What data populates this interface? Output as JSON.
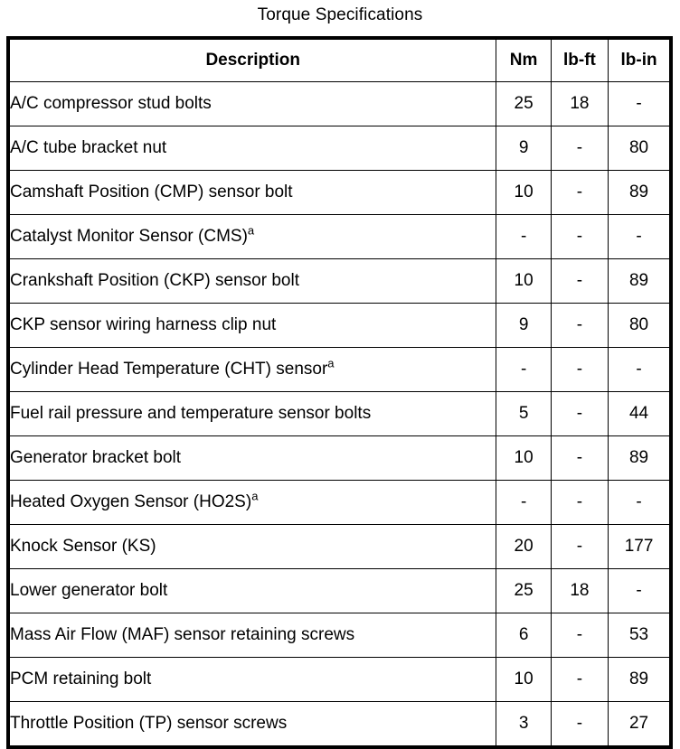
{
  "title": "Torque Specifications",
  "table": {
    "columns": [
      {
        "key": "description",
        "label": "Description"
      },
      {
        "key": "nm",
        "label": "Nm"
      },
      {
        "key": "lbft",
        "label": "lb-ft"
      },
      {
        "key": "lbin",
        "label": "lb-in"
      }
    ],
    "rows": [
      {
        "description": "A/C compressor stud bolts",
        "note": "",
        "nm": "25",
        "lbft": "18",
        "lbin": "-"
      },
      {
        "description": "A/C tube bracket nut",
        "note": "",
        "nm": "9",
        "lbft": "-",
        "lbin": "80"
      },
      {
        "description": "Camshaft Position (CMP) sensor bolt",
        "note": "",
        "nm": "10",
        "lbft": "-",
        "lbin": "89"
      },
      {
        "description": "Catalyst Monitor Sensor (CMS)",
        "note": "a",
        "nm": "-",
        "lbft": "-",
        "lbin": "-"
      },
      {
        "description": "Crankshaft Position (CKP) sensor bolt",
        "note": "",
        "nm": "10",
        "lbft": "-",
        "lbin": "89"
      },
      {
        "description": "CKP sensor wiring harness clip nut",
        "note": "",
        "nm": "9",
        "lbft": "-",
        "lbin": "80"
      },
      {
        "description": "Cylinder Head Temperature (CHT) sensor",
        "note": "a",
        "nm": "-",
        "lbft": "-",
        "lbin": "-"
      },
      {
        "description": "Fuel rail pressure and temperature sensor bolts",
        "note": "",
        "nm": "5",
        "lbft": "-",
        "lbin": "44"
      },
      {
        "description": "Generator bracket bolt",
        "note": "",
        "nm": "10",
        "lbft": "-",
        "lbin": "89"
      },
      {
        "description": "Heated Oxygen Sensor (HO2S)",
        "note": "a",
        "nm": "-",
        "lbft": "-",
        "lbin": "-"
      },
      {
        "description": "Knock Sensor (KS)",
        "note": "",
        "nm": "20",
        "lbft": "-",
        "lbin": "177"
      },
      {
        "description": "Lower generator bolt",
        "note": "",
        "nm": "25",
        "lbft": "18",
        "lbin": "-"
      },
      {
        "description": "Mass Air Flow (MAF) sensor retaining screws",
        "note": "",
        "nm": "6",
        "lbft": "-",
        "lbin": "53"
      },
      {
        "description": "PCM retaining bolt",
        "note": "",
        "nm": "10",
        "lbft": "-",
        "lbin": "89"
      },
      {
        "description": "Throttle Position (TP) sensor screws",
        "note": "",
        "nm": "3",
        "lbft": "-",
        "lbin": "27"
      }
    ]
  },
  "colors": {
    "text": "#000000",
    "background": "#ffffff",
    "border": "#000000"
  }
}
